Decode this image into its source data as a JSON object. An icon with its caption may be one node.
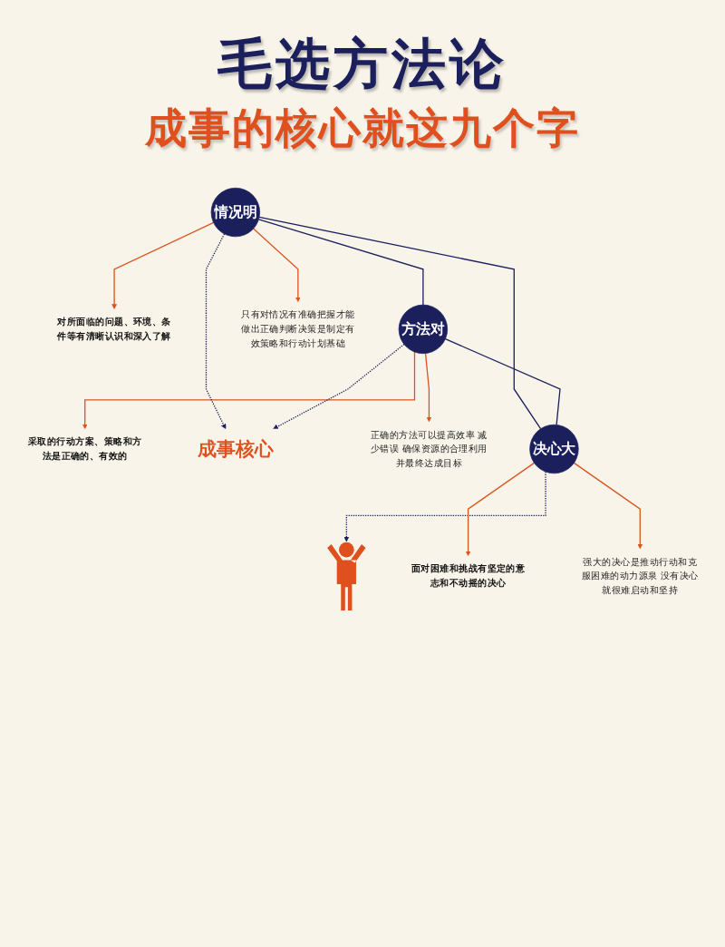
{
  "diagram": {
    "title": "毛选方法论",
    "nodes": [
      {
        "text": [
          "对所面临的问题、环境、条件等有清晰认识和深入了解"
        ]
      },
      {
        "text": [
          "采取的行动方案、策略和方法是正确的、有效的"
        ]
      },
      {
        "text": [
          "情况明"
        ]
      },
      {
        "text": [
          "方法对"
        ]
      },
      {
        "text": [
          "成事核心"
        ]
      },
      {
        "text": [
          "只有对情况有准确把握才能做出正确判断决策是制定有效策略和行动计划基础"
        ]
      },
      {
        "text": [
          "正确的方法可以提高效率 减少错误 确保资源的合理利用并最终达成目标"
        ]
      },
      {
        "text": [],
        "shape": "person"
      },
      {
        "text": [
          "面对困难和挑战有坚定的意志和不动摇的决心"
        ]
      },
      {
        "text": [
          "决心大"
        ]
      },
      {
        "text": [
          "强大的决心是推动行动和克服困难的动力源泉 没有决心就很难启动和坚持"
        ]
      }
    ],
    "edges": [
      {
        "from": 2,
        "to": 0,
        "arrow": "to",
        "color": "#d9541e"
      },
      {
        "from": 3,
        "to": 1,
        "arrow": "to",
        "color": "#d9541e"
      },
      {
        "from": 2,
        "to": 3,
        "arrow": "none",
        "color": "#1b1f5c"
      },
      {
        "from": 2,
        "to": 4,
        "arrow": "to",
        "style": "dashed",
        "color": "#1b1f5c"
      },
      {
        "from": 3,
        "to": 4,
        "arrow": "to",
        "style": "dashed",
        "color": "#1b1f5c"
      },
      {
        "from": 2,
        "to": 5,
        "arrow": "to",
        "color": "#d9541e"
      },
      {
        "from": 3,
        "to": 6,
        "arrow": "to",
        "color": "#d9541e"
      },
      {
        "from": 2,
        "to": 9,
        "arrow": "none",
        "color": "#1b1f5c"
      },
      {
        "from": 3,
        "to": 9,
        "arrow": "none",
        "color": "#1b1f5c"
      },
      {
        "from": 9,
        "to": 7,
        "arrow": "to",
        "style": "dashed",
        "color": "#1b1f5c"
      },
      {
        "from": 9,
        "to": 8,
        "arrow": "to",
        "color": "#d9541e"
      },
      {
        "from": 9,
        "to": 10,
        "arrow": "to",
        "color": "#d9541e"
      }
    ],
    "labels": [
      "成事的核心就这九个字"
    ]
  }
}
